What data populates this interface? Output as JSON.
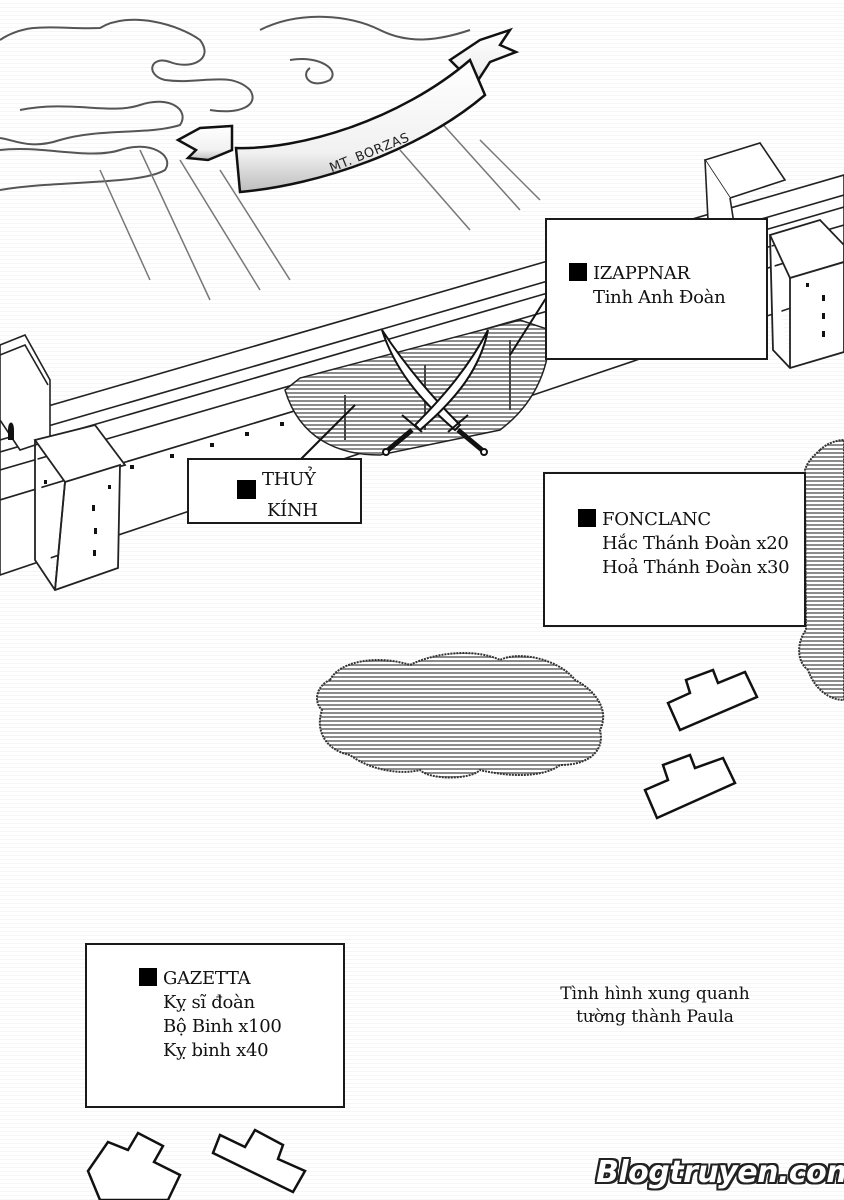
{
  "page": {
    "title": "Tình hình xung quanh tường thành Paula"
  },
  "banner": {
    "label": "MT. BORZAS"
  },
  "regions": [
    {
      "id": "izappnar",
      "name": "IZAPPNAR",
      "lines": [
        "Tinh Anh Đoàn"
      ]
    },
    {
      "id": "thuy-kinh",
      "name": "THUỶ",
      "lines": [
        "KÍNH"
      ]
    },
    {
      "id": "fonclanc",
      "name": "FONCLANC",
      "lines": [
        "Hắc Thánh Đoàn x20",
        "Hoả Thánh Đoàn x30"
      ]
    },
    {
      "id": "gazetta",
      "name": "GAZETTA",
      "lines": [
        "Kỵ sĩ đoàn",
        "Bộ Binh x100",
        "Kỵ binh x40"
      ]
    }
  ],
  "caption": {
    "line1": "Tình hình xung quanh",
    "line2": "tường thành Paula"
  },
  "icons": {
    "crossed_swords": "crossed-swords-icon",
    "bullet": "black-square-icon"
  },
  "watermark": "Blogtruyen.com",
  "colors": {
    "ink": "#111111",
    "paper": "#ffffff",
    "tone": "#9a9a9a"
  }
}
